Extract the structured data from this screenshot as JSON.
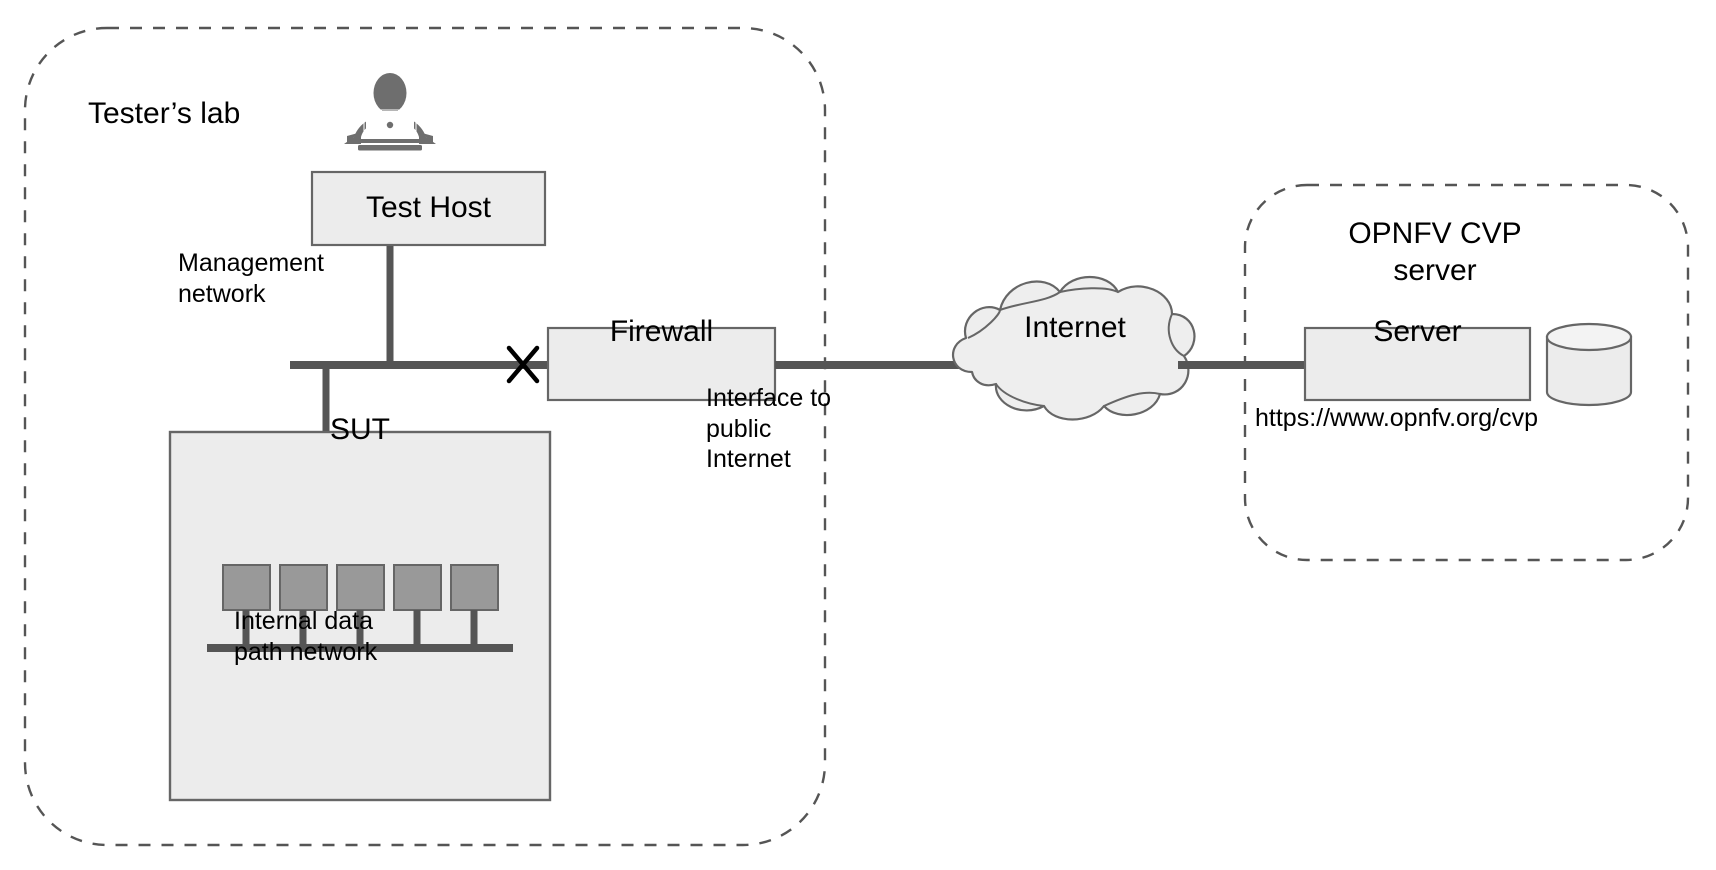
{
  "diagram": {
    "title": "OPNFV CVP test architecture",
    "colors": {
      "box_fill": "#ececec",
      "box_stroke": "#666666",
      "node_fill": "#999999",
      "node_stroke": "#666666",
      "link_stroke": "#555555",
      "boundary_stroke": "#555555",
      "cloud_fill": "#eeeeee",
      "cloud_stroke": "#666666",
      "person_fill": "#6e6e6e",
      "text": "#000000"
    },
    "zones": [
      {
        "id": "testers-lab",
        "label": "Tester’s lab",
        "style": "dashed-rounded"
      },
      {
        "id": "cvp-server",
        "label": "OPNFV CVP\nserver",
        "label_line1": "OPNFV CVP",
        "label_line2": "server",
        "style": "dashed-rounded"
      }
    ],
    "nodes": [
      {
        "id": "person",
        "icon": "person-with-laptop-icon",
        "label": ""
      },
      {
        "id": "test-host",
        "label": "Test Host",
        "shape": "box"
      },
      {
        "id": "firewall",
        "label": "Firewall",
        "shape": "box"
      },
      {
        "id": "sut",
        "label": "SUT",
        "shape": "box"
      },
      {
        "id": "internet",
        "label": "Internet",
        "shape": "cloud"
      },
      {
        "id": "server",
        "label": "Server",
        "shape": "box"
      },
      {
        "id": "database",
        "label": "",
        "shape": "cylinder"
      }
    ],
    "sut_internal_nodes": 5,
    "labels": {
      "management_network_line1": "Management",
      "management_network_line2": "network",
      "blocked_marker": "X",
      "interface_line1": "Interface to",
      "interface_line2": "public",
      "interface_line3": "Internet",
      "internal_data_line1": "Internal data",
      "internal_data_line2": "path network",
      "cvp_url": "https://www.opnfv.org/cvp"
    }
  }
}
